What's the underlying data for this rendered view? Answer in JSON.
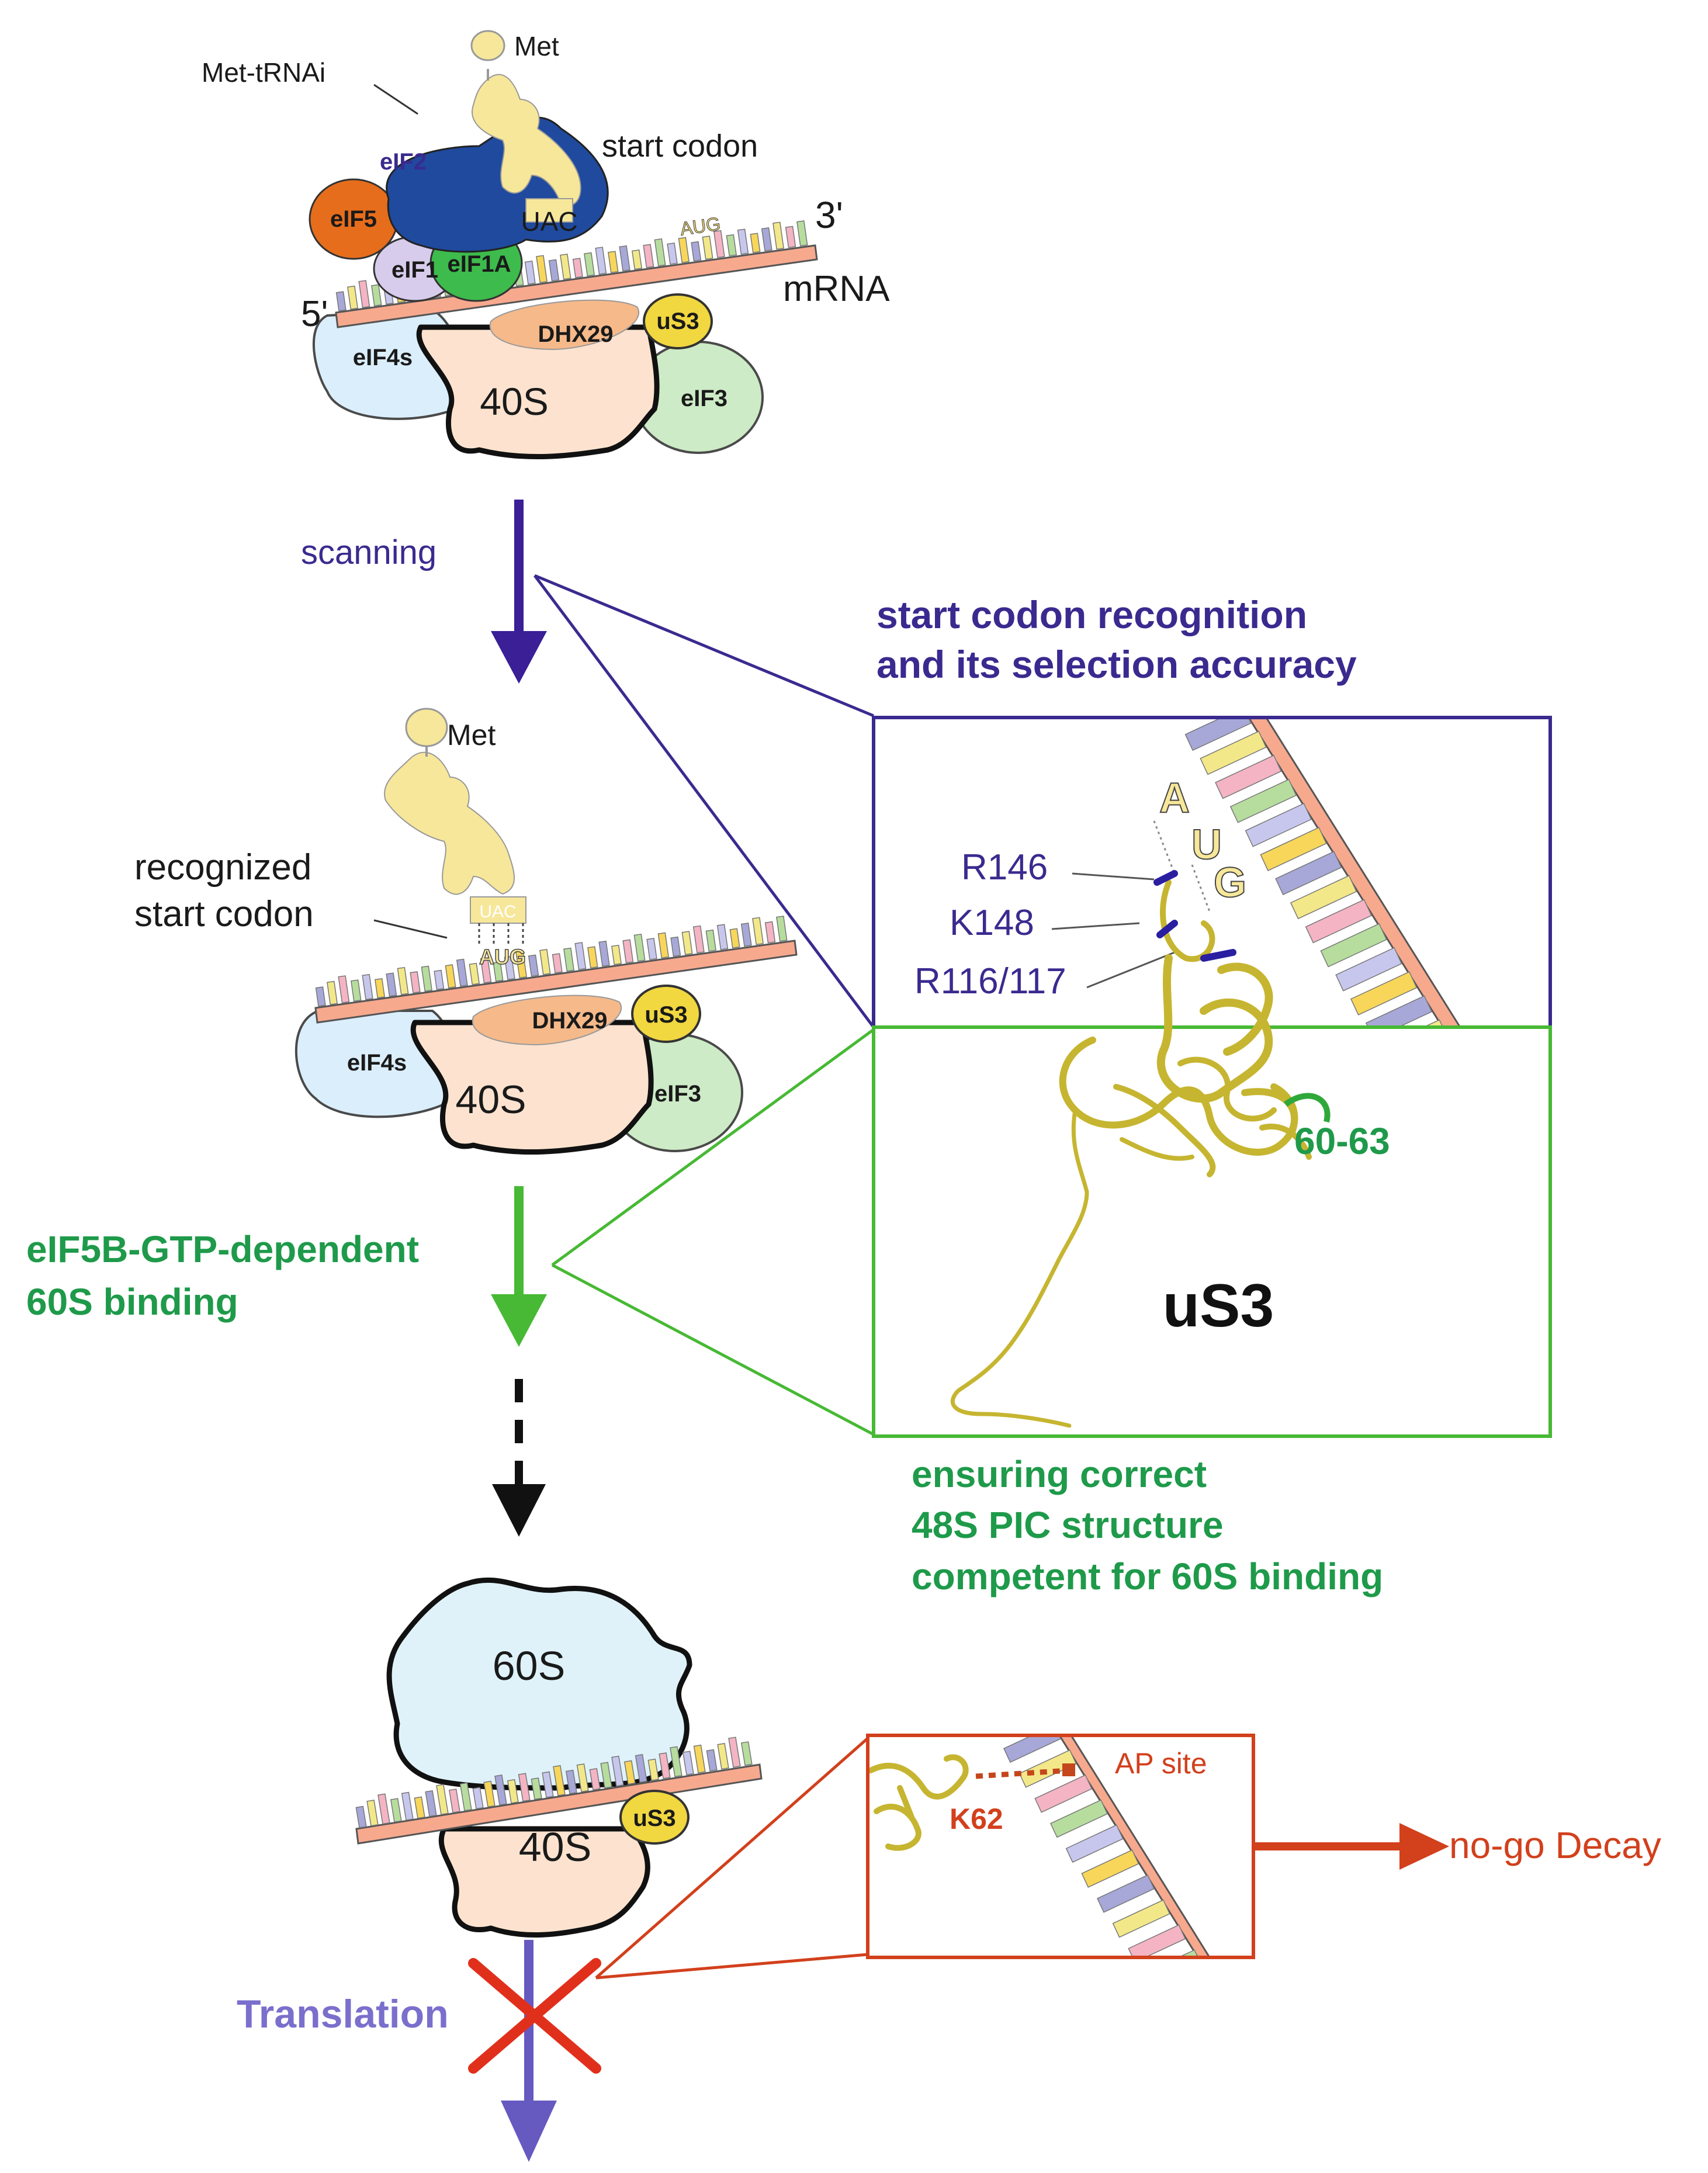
{
  "panel1": {
    "anticodon": "UAC",
    "codon": "AUG",
    "labels": {
      "met": "Met",
      "met_trnai": "Met-tRNAi",
      "eif2": "eIF2",
      "eif5": "eIF5",
      "eif1": "eIF1",
      "eif1a": "eIF1A",
      "eif4s": "eIF4s",
      "eif3": "eIF3",
      "dhx29": "DHX29",
      "us3": "uS3",
      "s40": "40S",
      "start_codon": "start codon",
      "three_prime": "3'",
      "mrna": "mRNA",
      "five_prime": "5'"
    }
  },
  "arrows": {
    "scanning": "scanning",
    "eif5b_line1": "eIF5B-GTP-dependent",
    "eif5b_line2": "60S binding",
    "translation": "Translation"
  },
  "panel2": {
    "anticodon": "UAC",
    "codon": "AUG",
    "labels": {
      "met": "Met",
      "recognized_line1": "recognized",
      "recognized_line2": "start codon",
      "eif4s": "eIF4s",
      "eif3": "eIF3",
      "dhx29": "DHX29",
      "us3": "uS3",
      "s40": "40S"
    }
  },
  "zoom_blue": {
    "heading_line1": "start codon recognition",
    "heading_line2": "and its selection accuracy",
    "codon_a": "A",
    "codon_u": "U",
    "codon_g": "G",
    "residues": {
      "r146": "R146",
      "k148": "K148",
      "r116_117": "R116/117"
    }
  },
  "zoom_green": {
    "residues_60_63": "60-63",
    "title": "uS3",
    "caption_line1": "ensuring correct",
    "caption_line2": "48S PIC structure",
    "caption_line3": "competent for 60S binding"
  },
  "panel3": {
    "labels": {
      "s60": "60S",
      "s40": "40S",
      "us3": "uS3"
    }
  },
  "ap_zoom": {
    "k62": "K62",
    "ap_site": "AP site",
    "no_go_decay": "no-go Decay"
  },
  "colors": {
    "base_palette": [
      "#a7a8d8",
      "#f3e889",
      "#f4b4c4",
      "#b7dd9e",
      "#c7c7ee",
      "#f7d65a"
    ]
  }
}
